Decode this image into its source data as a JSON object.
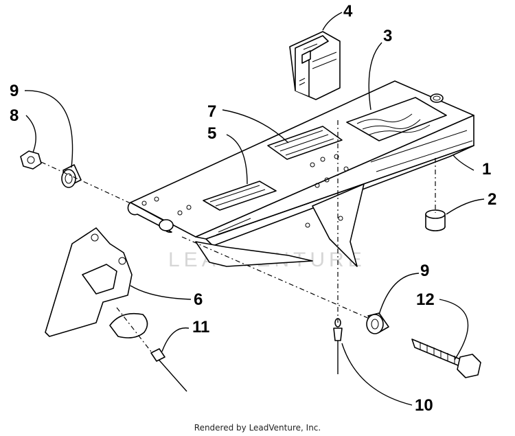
{
  "callouts": {
    "c1": "1",
    "c2": "2",
    "c3": "3",
    "c4": "4",
    "c5": "5",
    "c6": "6",
    "c7": "7",
    "c8": "8",
    "c9a": "9",
    "c9b": "9",
    "c10": "10",
    "c11": "11",
    "c12": "12"
  },
  "watermark": "LEADVENTURE",
  "footer": {
    "credit": "Rendered by LeadVenture, Inc."
  }
}
